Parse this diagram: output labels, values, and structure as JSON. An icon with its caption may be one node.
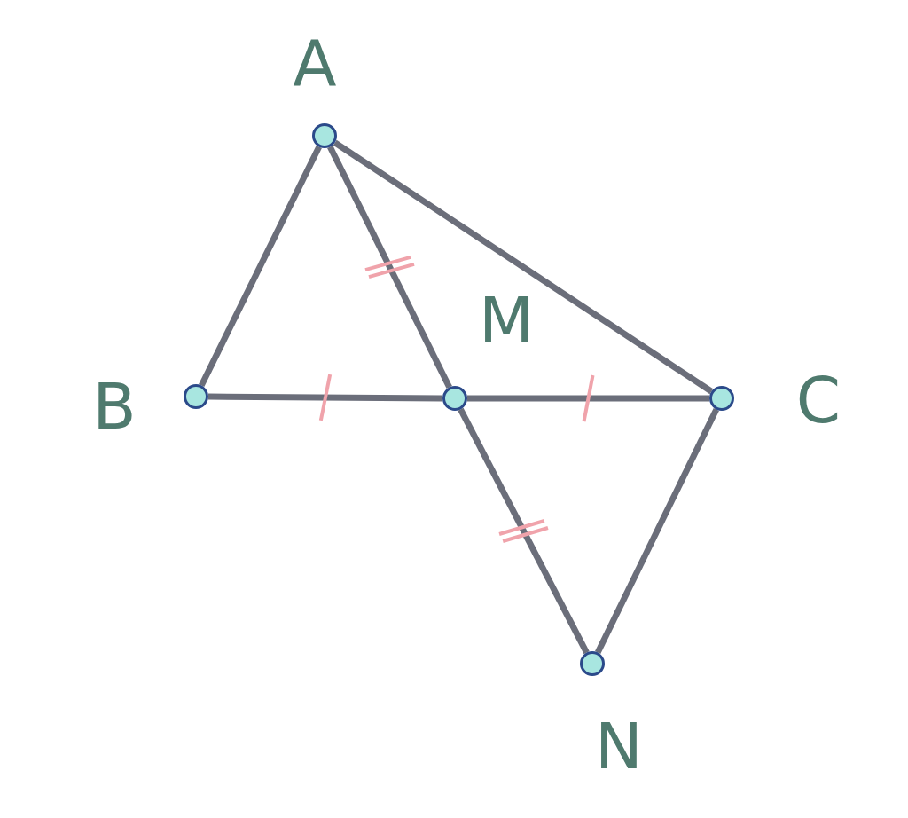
{
  "diagram": {
    "nodes": [
      {
        "text": [
          "A"
        ]
      },
      {
        "text": [
          "B"
        ]
      },
      {
        "text": [
          "M"
        ]
      },
      {
        "text": [
          "C"
        ]
      },
      {
        "text": [
          "N"
        ]
      }
    ],
    "edges": [
      {
        "from": 0,
        "to": 1,
        "arrow": "none"
      },
      {
        "from": 0,
        "to": 2,
        "arrow": "none"
      },
      {
        "from": 0,
        "to": 3,
        "arrow": "none"
      },
      {
        "from": 1,
        "to": 2,
        "arrow": "none"
      },
      {
        "from": 2,
        "to": 3,
        "arrow": "none"
      },
      {
        "from": 2,
        "to": 4,
        "arrow": "none"
      },
      {
        "from": 3,
        "to": 4,
        "arrow": "none"
      }
    ]
  }
}
